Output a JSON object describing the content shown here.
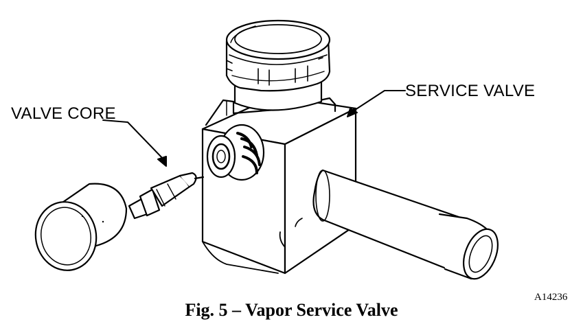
{
  "labels": {
    "valve_core": "VALVE CORE",
    "service_valve": "SERVICE VALVE"
  },
  "figure_id": "A14236",
  "caption": "Fig. 5 – Vapor Service Valve",
  "colors": {
    "line": "#000000",
    "background": "#ffffff"
  }
}
